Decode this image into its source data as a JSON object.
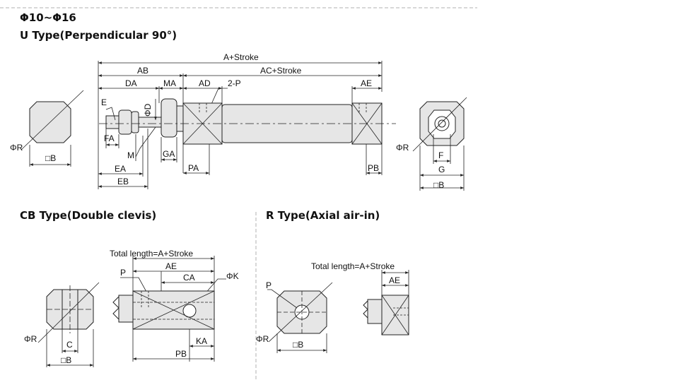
{
  "header": {
    "size_range": "Φ10~Φ16",
    "u_type_title": "U Type(Perpendicular 90°)"
  },
  "sections": {
    "cb_type_title": "CB Type(Double clevis)",
    "r_type_title": "R Type(Axial air-in)"
  },
  "u_type": {
    "left_view": {
      "phi_r": "ΦR",
      "square_b": "□B",
      "e": "E"
    },
    "side_view": {
      "a_stroke": "A+Stroke",
      "ab": "AB",
      "ac_stroke": "AC+Stroke",
      "da": "DA",
      "ma": "MA",
      "ad": "AD",
      "two_p": "2-P",
      "ae": "AE",
      "phi_d": "ΦD",
      "fa": "FA",
      "m": "M",
      "ga": "GA",
      "ea": "EA",
      "eb": "EB",
      "pa": "PA",
      "pb": "PB"
    },
    "right_view": {
      "phi_r": "ΦR",
      "f": "F",
      "g": "G",
      "square_b": "□B"
    }
  },
  "cb_type": {
    "total_length": "Total length=A+Stroke",
    "p": "P",
    "ae": "AE",
    "ca": "CA",
    "phi_k": "ΦK",
    "phi_r": "ΦR",
    "c": "C",
    "square_b": "□B",
    "pb": "PB",
    "ka": "KA"
  },
  "r_type": {
    "total_length": "Total length=A+Stroke",
    "ae": "AE",
    "p": "P",
    "phi_r": "ΦR",
    "square_b": "□B"
  },
  "colors": {
    "line": "#222222",
    "fill": "#e6e6e6",
    "divider": "#b0b0b0"
  }
}
